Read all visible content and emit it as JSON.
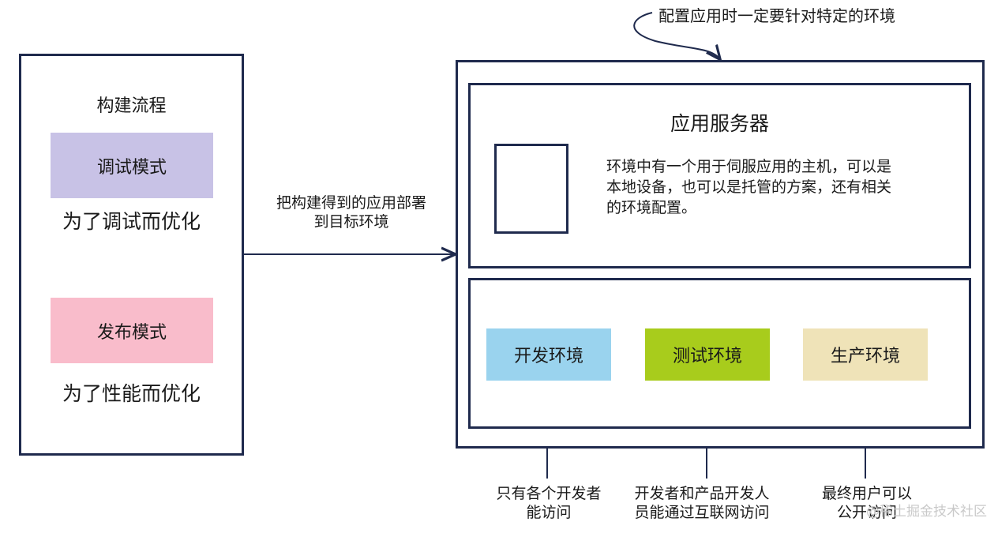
{
  "top_note": "配置应用时一定要针对特定的环境",
  "build": {
    "title": "构建流程",
    "debug_mode": "调试模式",
    "debug_desc": "为了调试而优化",
    "release_mode": "发布模式",
    "release_desc": "为了性能而优化"
  },
  "deploy_label": "把构建得到的应用部署到目标环境",
  "deploy_label_lines": [
    "把构建得到的应用部署",
    "到目标环境"
  ],
  "app_server": {
    "title": "应用服务器",
    "description_lines": [
      "环境中有一个用于伺服应用的主机，可以是",
      "本地设备，也可以是托管的方案，还有相关",
      "的环境配置。"
    ]
  },
  "environments": {
    "dev": {
      "label": "开发环境",
      "color": "#9ad3ee",
      "note_lines": [
        "只有各个开发者",
        "能访问"
      ]
    },
    "test": {
      "label": "测试环境",
      "color": "#a8cc1c",
      "note_lines": [
        "开发者和产品开发人",
        "员能通过互联网访问"
      ]
    },
    "prod": {
      "label": "生产环境",
      "color": "#efe3b8",
      "note_lines": [
        "最终用户可以",
        "公开访问"
      ]
    }
  },
  "mode_colors": {
    "debug": "#c8c2e6",
    "release": "#f9bccb"
  },
  "line_color": "#1f2a4d",
  "watermark": "@稀土掘金技术社区"
}
